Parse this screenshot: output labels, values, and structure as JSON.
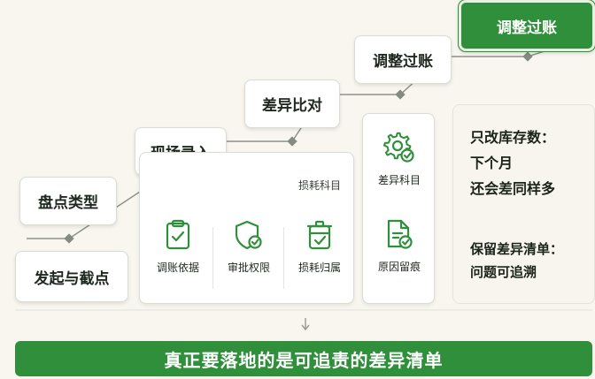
{
  "steps": [
    {
      "label": "发起与截点"
    },
    {
      "label": "盘点类型"
    },
    {
      "label": "现场录入"
    },
    {
      "label": "差异比对"
    },
    {
      "label": "调整过账"
    },
    {
      "label": "调整过账"
    }
  ],
  "loss_panel": {
    "title": "损耗科目",
    "items": [
      {
        "label": "调账依据",
        "icon": "clipboard-check-icon"
      },
      {
        "label": "审批权限",
        "icon": "shield-check-icon"
      },
      {
        "label": "损耗归属",
        "icon": "trash-check-icon"
      }
    ]
  },
  "diff_panel": {
    "items": [
      {
        "label": "差异科目",
        "icon": "gear-check-icon"
      },
      {
        "label": "原因留痕",
        "icon": "document-check-icon"
      }
    ]
  },
  "notes": {
    "line1": "只改库存数：",
    "line2": "下个月",
    "line3": "还会差同样多",
    "line4": "保留差异清单：",
    "line5": "问题可追溯"
  },
  "banner": "真正要落地的是可追责的差异清单",
  "colors": {
    "accent": "#2f8f3a",
    "background": "#f8f6ef",
    "connector": "#8a8f88"
  }
}
